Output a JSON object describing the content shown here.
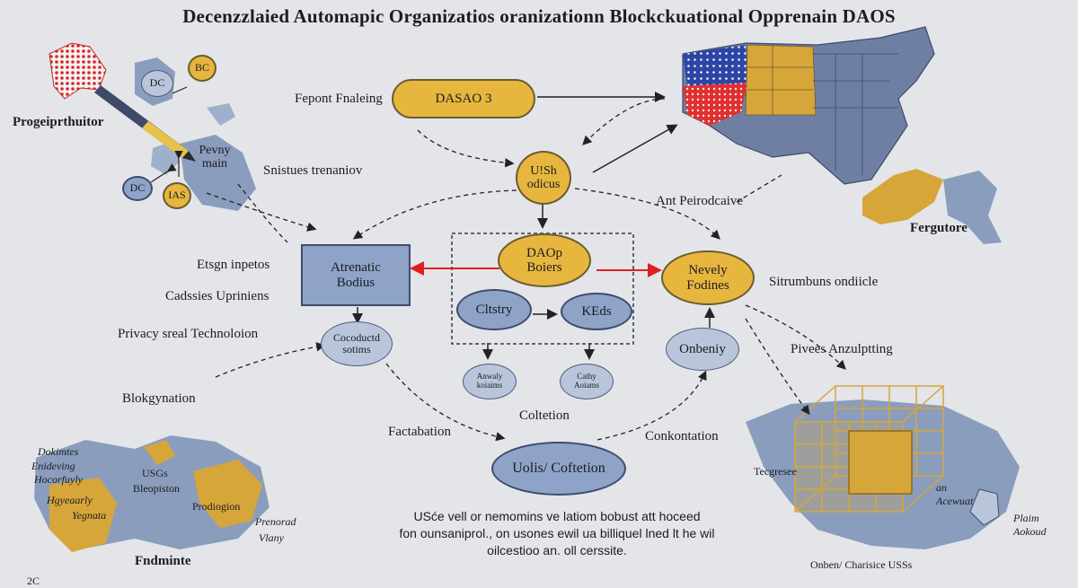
{
  "title": "Decenzzlaied Automapic Organizatios oranizationn Blockckuational Opprenain  DAOS",
  "labels": {
    "fepont_fnaleing": "Fepont Fnaleing",
    "progeiprhuitor": "Progeiprthuitor",
    "snistues": "Snistues trenaniov",
    "ant_periodcaive": "Ant Peirodcaive",
    "fergutore": "Fergutore",
    "esign_inpetos": "Etsgn inpetos",
    "cadsies": "Cadssies Upriniens",
    "privacy": "Privacy sreal Technoloion",
    "blokgynation": "Blokgynation",
    "strumbuns": "Sitrumbuns ondiicle",
    "pivees": "Pivees Anzulptting",
    "factabation": "Factabation",
    "coltetion": "Coltetion",
    "conkontation": "Conkontation",
    "fndminte": "Fndminte",
    "dokimes": "Dokimtes",
    "enideving": "Enideving",
    "hocorlyly": "Hocorfuyly",
    "hgycaly": "Hgyeaarly",
    "yegnata": "Yegnata",
    "usgs": "USGs",
    "bleopiston": "Bleopiston",
    "prodogion": "Prodiogion",
    "prenorad": "Prenorad",
    "vlany": "Vlany",
    "tecgresee": "Tecgresee",
    "an_aaewuat": "an\nAcewuat",
    "plaim_aokoud": "Plaim\nAokoud",
    "ohben_charisie": "Onben/  Charisice  USSs",
    "stray_num": "2C"
  },
  "nodes": {
    "dasao": "DASAO 3",
    "ush_odicus": "U!Sh\nodicus",
    "pevny_main": "Pevny\nmain",
    "atrenatic": "Atrenatic\nBodius",
    "daop_boiers": "DAOp\nBoiers",
    "cltstry": "Cltstry",
    "kebs": "KEds",
    "anwaly": "Anwaly\nkoiaims",
    "cathly": "Cathy\nAoiams",
    "nevely": "Nevely\nFodines",
    "onbenity": "Onbeniy",
    "cocoductid": "Cocoductd\nsotims",
    "uolis": "Uolis/ Coftetion",
    "dc_top": "DC",
    "bc_top": "BC",
    "dc_left": "DC",
    "ias": "IAS"
  },
  "footer": {
    "line1": "USće vell or nemomins ve latiom bobust att hoceed",
    "line2": "fon ounsaniprol., on usones ewil ua billiquel lned lt he wil",
    "line3": "oilcestioo an. oll cerssite."
  },
  "icons": [
    "globe-map-icon",
    "usa-map-icon",
    "cube-network-icon",
    "pencil-icon"
  ],
  "colors": {
    "gold": "#e6b63e",
    "blue": "#8ea3c7",
    "map_blue": "#6f7fa3",
    "map_gold": "#d6a63a",
    "red_arrow": "#e02020"
  }
}
